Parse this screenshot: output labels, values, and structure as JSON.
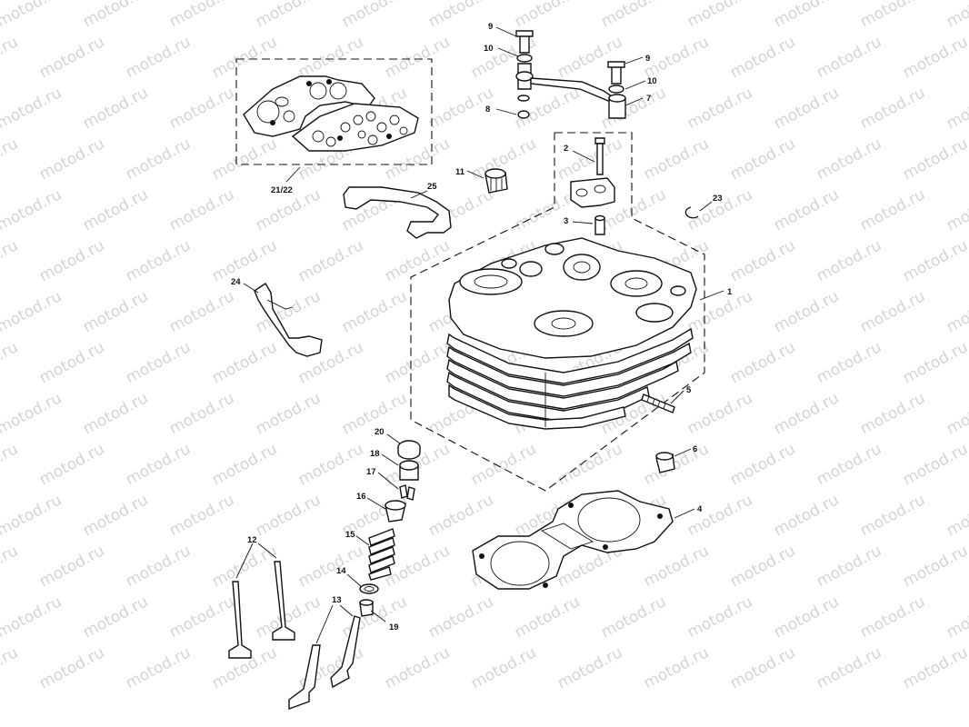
{
  "watermark": "motod.ru",
  "callouts": {
    "c1": "1",
    "c2": "2",
    "c3": "3",
    "c4": "4",
    "c5": "5",
    "c6": "6",
    "c7": "7",
    "c8": "8",
    "c9a": "9",
    "c9b": "9",
    "c10a": "10",
    "c10b": "10",
    "c11": "11",
    "c12": "12",
    "c13": "13",
    "c14": "14",
    "c15": "15",
    "c16": "16",
    "c17": "17",
    "c18": "18",
    "c19": "19",
    "c20": "20",
    "c2122": "21/22",
    "c23": "23",
    "c24": "24",
    "c25": "25"
  }
}
